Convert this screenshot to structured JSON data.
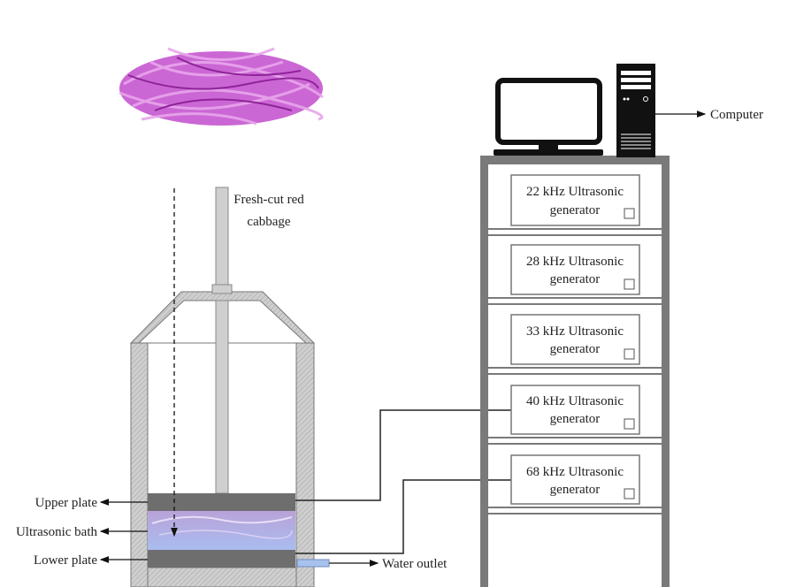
{
  "labels": {
    "cabbage_line1": "Fresh-cut red",
    "cabbage_line2": "cabbage",
    "upper_plate": "Upper plate",
    "ultrasonic_bath": "Ultrasonic bath",
    "lower_plate": "Lower plate",
    "water_outlet": "Water outlet",
    "computer": "Computer"
  },
  "generators": [
    {
      "line1": "22 kHz Ultrasonic",
      "line2": "generator"
    },
    {
      "line1": "28 kHz Ultrasonic",
      "line2": "generator"
    },
    {
      "line1": "33 kHz Ultrasonic",
      "line2": "generator"
    },
    {
      "line1": "40 kHz Ultrasonic",
      "line2": "generator"
    },
    {
      "line1": "68 kHz Ultrasonic",
      "line2": "generator"
    }
  ],
  "colors": {
    "cabbage": "#b63fc0",
    "plate": "#6e6e6e",
    "bath": "#b8c4ec",
    "frame": "#777777"
  }
}
